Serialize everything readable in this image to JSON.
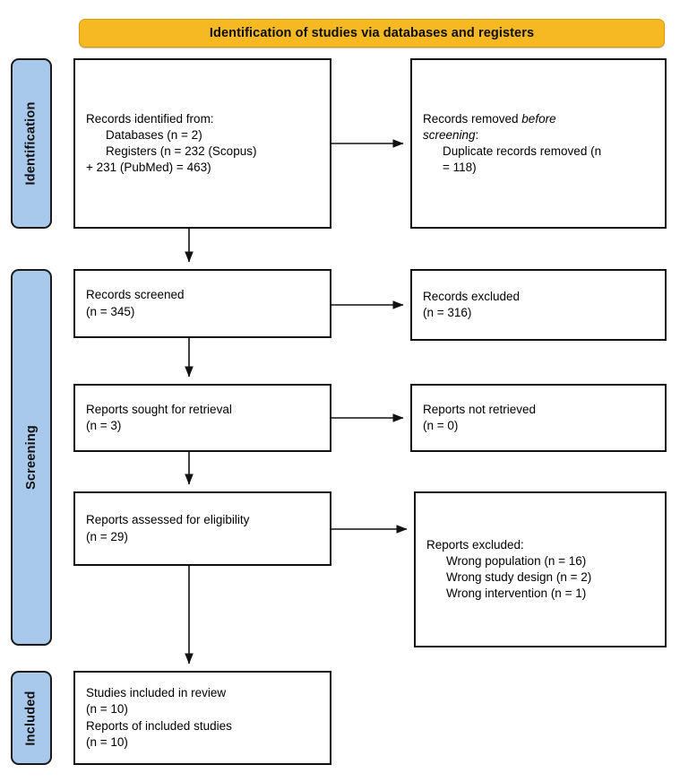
{
  "banner": {
    "title": "Identification of studies via databases and registers",
    "color": "#F6B922"
  },
  "stages": {
    "identification": "Identification",
    "screening": "Screening",
    "included": "Included",
    "color": "#A8C8EC"
  },
  "boxes": {
    "identified": {
      "line1": "Records identified from:",
      "line2": "Databases (n = 2)",
      "line3": "Registers (n = 232 (Scopus)",
      "line4": "+ 231 (PubMed) = 463)"
    },
    "removed": {
      "line1a": "Records removed ",
      "line1b": "before",
      "line2a": "screening",
      "line2b": ":",
      "line3": "Duplicate records removed (n",
      "line4": "= 118)"
    },
    "screened": {
      "line1": "Records screened",
      "line2": "(n = 345)"
    },
    "excluded_records": {
      "line1": "Records excluded",
      "line2": "(n = 316)"
    },
    "sought": {
      "line1": "Reports sought for retrieval",
      "line2": "(n = 3)"
    },
    "not_retrieved": {
      "line1": "Reports not retrieved",
      "line2": "(n = 0)"
    },
    "assessed": {
      "line1": "Reports assessed for eligibility",
      "line2": "(n = 29)"
    },
    "excluded_reports": {
      "line1": "Reports excluded:",
      "line2": "Wrong population (n = 16)",
      "line3": "Wrong study design (n = 2)",
      "line4": "Wrong intervention (n = 1)"
    },
    "included": {
      "line1": "Studies included in review",
      "line2": "(n = 10)",
      "line3": "Reports of included studies",
      "line4": "(n = 10)"
    }
  },
  "chart_data": {
    "type": "diagram",
    "title": "PRISMA 2020 flow diagram",
    "nodes": [
      {
        "id": "identified",
        "stage": "Identification",
        "column": "left",
        "label": "Records identified from: Databases (n = 2) Registers (n = 232 (Scopus) + 231 (PubMed) = 463)",
        "n": 463
      },
      {
        "id": "removed",
        "stage": "Identification",
        "column": "right",
        "label": "Records removed before screening: Duplicate records removed (n = 118)",
        "n": 118
      },
      {
        "id": "screened",
        "stage": "Screening",
        "column": "left",
        "label": "Records screened",
        "n": 345
      },
      {
        "id": "excluded_records",
        "stage": "Screening",
        "column": "right",
        "label": "Records excluded",
        "n": 316
      },
      {
        "id": "sought",
        "stage": "Screening",
        "column": "left",
        "label": "Reports sought for retrieval",
        "n": 3
      },
      {
        "id": "not_retrieved",
        "stage": "Screening",
        "column": "right",
        "label": "Reports not retrieved",
        "n": 0
      },
      {
        "id": "assessed",
        "stage": "Screening",
        "column": "left",
        "label": "Reports assessed for eligibility",
        "n": 29
      },
      {
        "id": "excluded_reports",
        "stage": "Screening",
        "column": "right",
        "label": "Reports excluded",
        "breakdown": [
          {
            "reason": "Wrong population",
            "n": 16
          },
          {
            "reason": "Wrong study design",
            "n": 2
          },
          {
            "reason": "Wrong intervention",
            "n": 1
          }
        ]
      },
      {
        "id": "included",
        "stage": "Included",
        "column": "left",
        "label": "Studies included in review / Reports of included studies",
        "n": 10
      }
    ],
    "edges": [
      {
        "from": "identified",
        "to": "removed",
        "direction": "right"
      },
      {
        "from": "identified",
        "to": "screened",
        "direction": "down"
      },
      {
        "from": "screened",
        "to": "excluded_records",
        "direction": "right"
      },
      {
        "from": "screened",
        "to": "sought",
        "direction": "down"
      },
      {
        "from": "sought",
        "to": "not_retrieved",
        "direction": "right"
      },
      {
        "from": "sought",
        "to": "assessed",
        "direction": "down"
      },
      {
        "from": "assessed",
        "to": "excluded_reports",
        "direction": "right"
      },
      {
        "from": "assessed",
        "to": "included",
        "direction": "down"
      }
    ]
  }
}
